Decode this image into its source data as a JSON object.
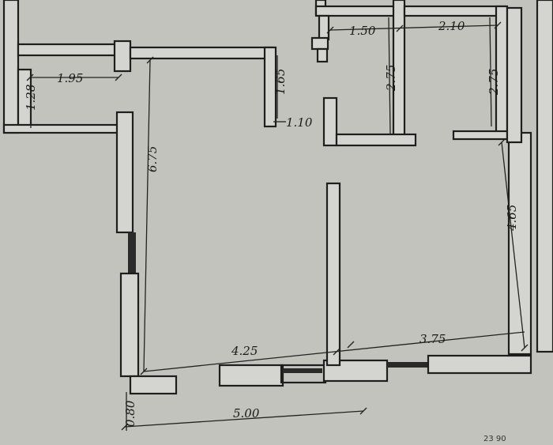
{
  "plan": {
    "dimensions": {
      "top_left_width": "1.95",
      "top_left_height": "1.28",
      "living_height": "6.75",
      "hall_niche_height": "1.65",
      "hall_niche_width": "1.10",
      "bath_width": "1.50",
      "bath_height": "2.75",
      "wc_width": "2.10",
      "wc_height": "2.75",
      "bedroom_height": "4.65",
      "living_width": "4.25",
      "bedroom_width": "3.75",
      "balcony_depth": "0.80",
      "balcony_width": "5.00"
    },
    "footnote": "23 90"
  }
}
